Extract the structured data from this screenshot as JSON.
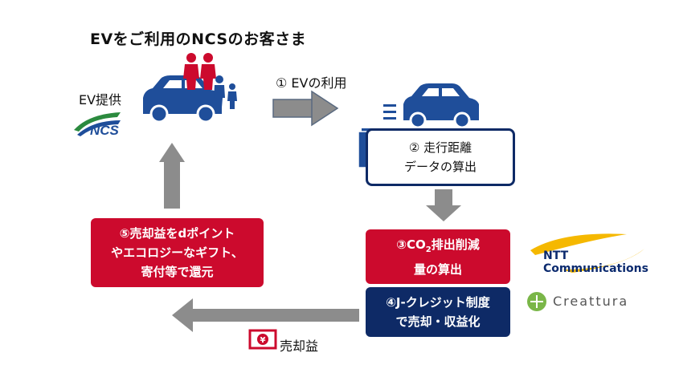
{
  "title": "EVをご利用のNCSのお客さま",
  "ev_provider": "EV提供",
  "ncs_logo_text": "NCS",
  "step1": "① EVの利用",
  "step2": {
    "line1": "② 走行距離",
    "line2": "データの算出"
  },
  "step3": {
    "line1_pre": "③CO",
    "line1_sub": "2",
    "line1_post": "排出削減",
    "line2": "量の算出"
  },
  "step4": {
    "line1": "④J-クレジット制度",
    "line2": "で売却・収益化"
  },
  "step5": {
    "line1": "⑤売却益をdポイント",
    "line2": "やエコロジーなギフト、",
    "line3": "寄付等で還元"
  },
  "sales_label": "売却益",
  "yen_symbol": "¥",
  "ntt_logo": "NTT Communications",
  "creattura_logo": "Creattura",
  "colors": {
    "red": "#cc0a2d",
    "navy": "#0e2a66",
    "arrow": "#8c8c8c",
    "car": "#1f4e9a"
  }
}
